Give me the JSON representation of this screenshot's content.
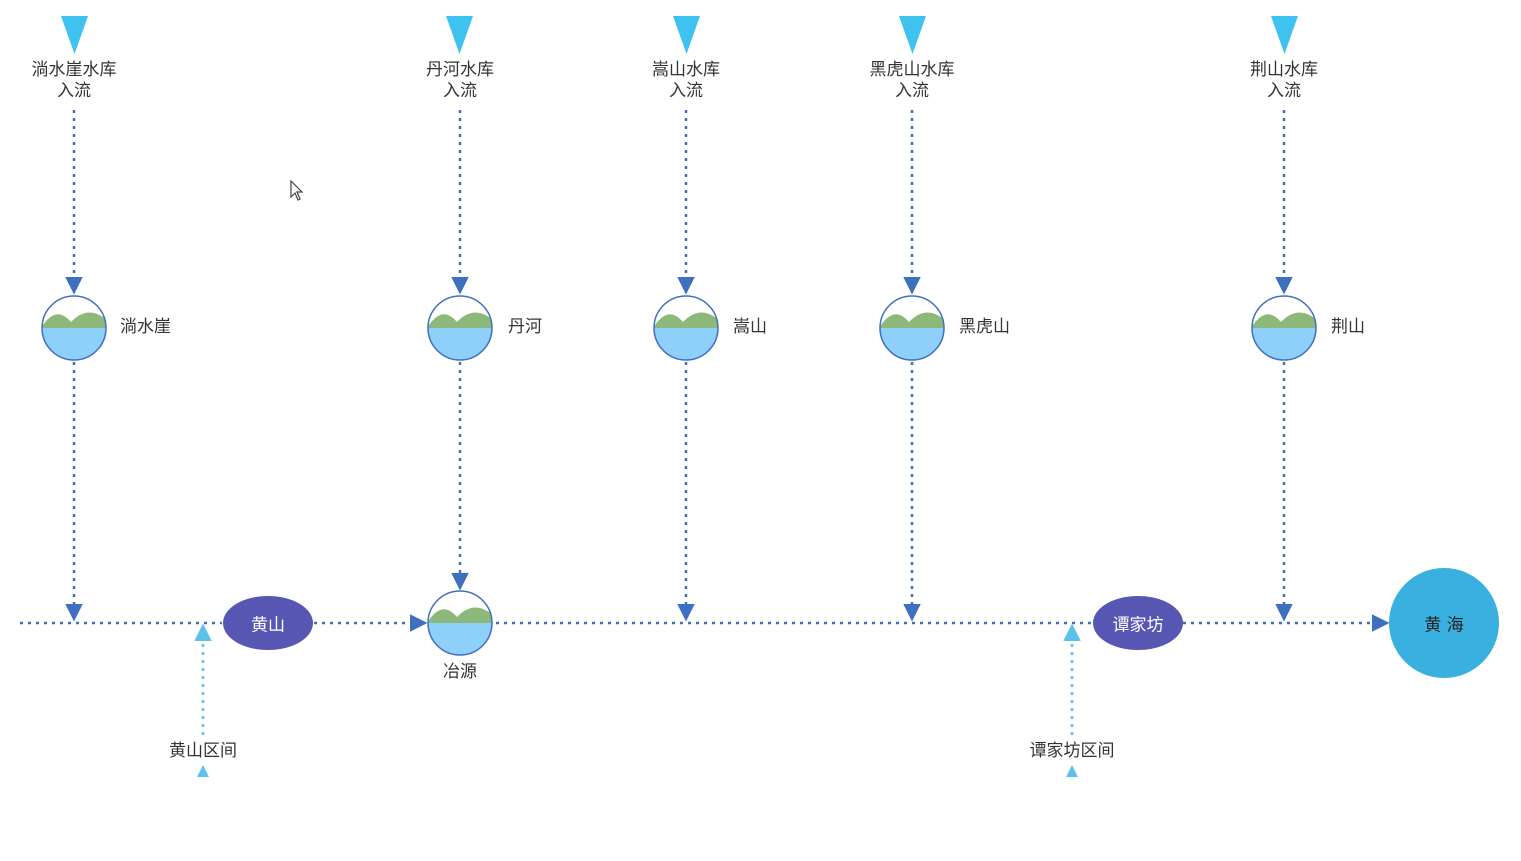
{
  "colors": {
    "flow_line": "#3f6fbf",
    "interval_line": "#5cc2ea",
    "inflow_triangle": "#3ec2f0",
    "station_fill": "#5757b3",
    "sea_fill": "#39b0df",
    "reservoir_water": "#8fd0fb",
    "reservoir_hills": "#8cb97a",
    "reservoir_border": "#3f6fbf"
  },
  "inflows": [
    {
      "line1": "淌水崖水库",
      "line2": "入流"
    },
    {
      "line1": "丹河水库",
      "line2": "入流"
    },
    {
      "line1": "嵩山水库",
      "line2": "入流"
    },
    {
      "line1": "黑虎山水库",
      "line2": "入流"
    },
    {
      "line1": "荆山水库",
      "line2": "入流"
    }
  ],
  "reservoirs": [
    {
      "label": "淌水崖"
    },
    {
      "label": "丹河"
    },
    {
      "label": "嵩山"
    },
    {
      "label": "黑虎山"
    },
    {
      "label": "荆山"
    },
    {
      "label": "冶源"
    }
  ],
  "stations": [
    {
      "label": "黄山"
    },
    {
      "label": "谭家坊"
    }
  ],
  "sea": {
    "label": "黄 海"
  },
  "intervals": [
    {
      "label": "黄山区间"
    },
    {
      "label": "谭家坊区间"
    }
  ]
}
